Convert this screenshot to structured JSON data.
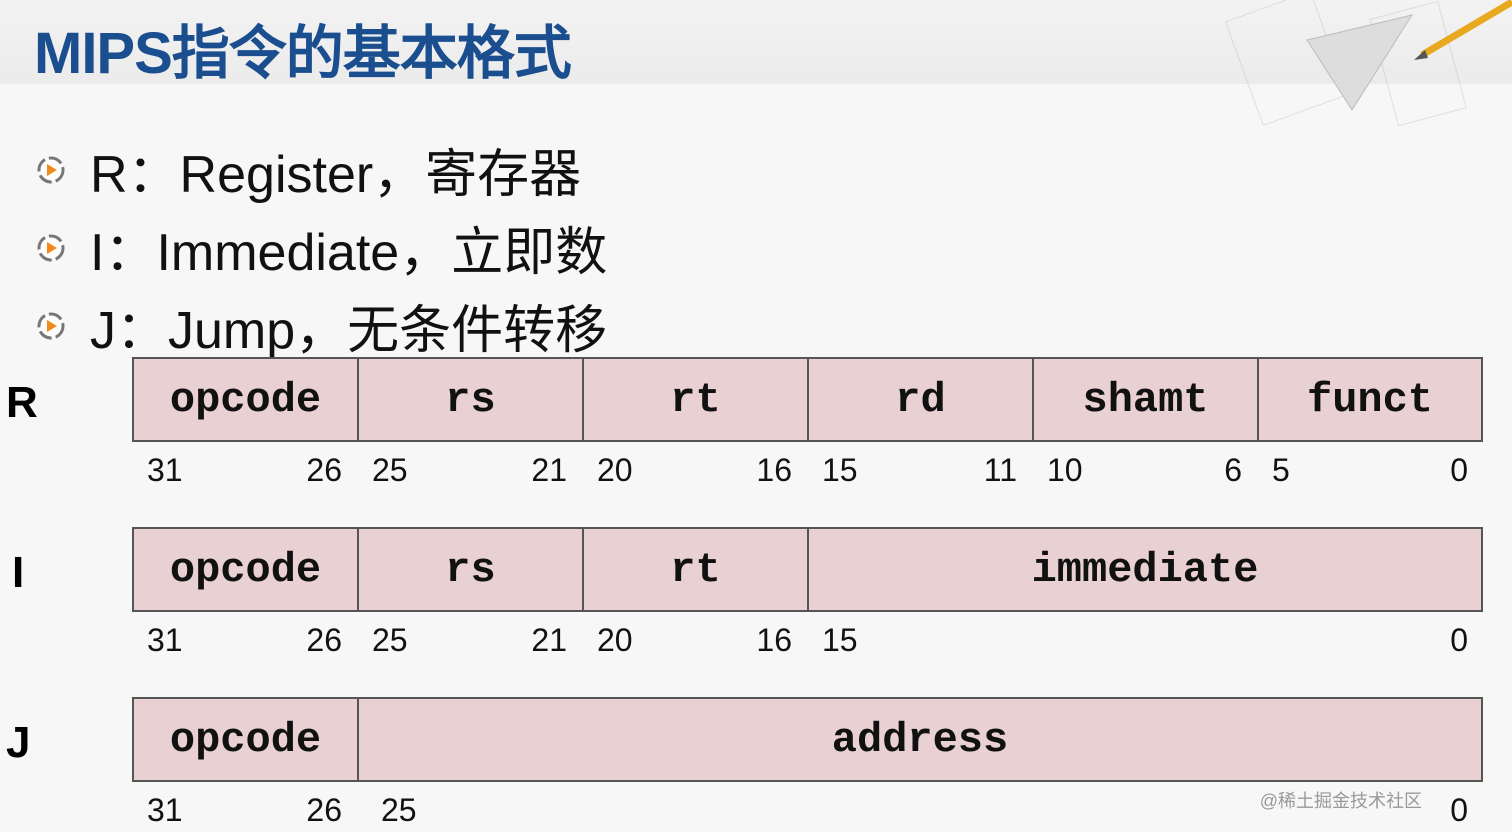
{
  "title": "MIPS指令的基本格式",
  "bullets": [
    {
      "text": "R：Register，寄存器"
    },
    {
      "text": "I：Immediate，立即数"
    },
    {
      "text": "J：Jump，无条件转移"
    }
  ],
  "formats": {
    "R": {
      "label": "R",
      "fields": [
        "opcode",
        "rs",
        "rt",
        "rd",
        "shamt",
        "funct"
      ],
      "bits": [
        [
          "31",
          "26"
        ],
        [
          "25",
          "21"
        ],
        [
          "20",
          "16"
        ],
        [
          "15",
          "11"
        ],
        [
          "10",
          "6"
        ],
        [
          "5",
          "0"
        ]
      ]
    },
    "I": {
      "label": "I",
      "fields": [
        "opcode",
        "rs",
        "rt",
        "immediate"
      ],
      "bits": [
        [
          "31",
          "26"
        ],
        [
          "25",
          "21"
        ],
        [
          "20",
          "16"
        ],
        [
          "15",
          "0"
        ]
      ]
    },
    "J": {
      "label": "J",
      "fields": [
        "opcode",
        "address"
      ],
      "bits": [
        [
          "31",
          "26"
        ],
        [
          "25",
          "0"
        ]
      ]
    }
  },
  "watermark": "@稀土掘金技术社区",
  "colors": {
    "title": "#1a4e8f",
    "field_fill": "#e9d1d3"
  }
}
